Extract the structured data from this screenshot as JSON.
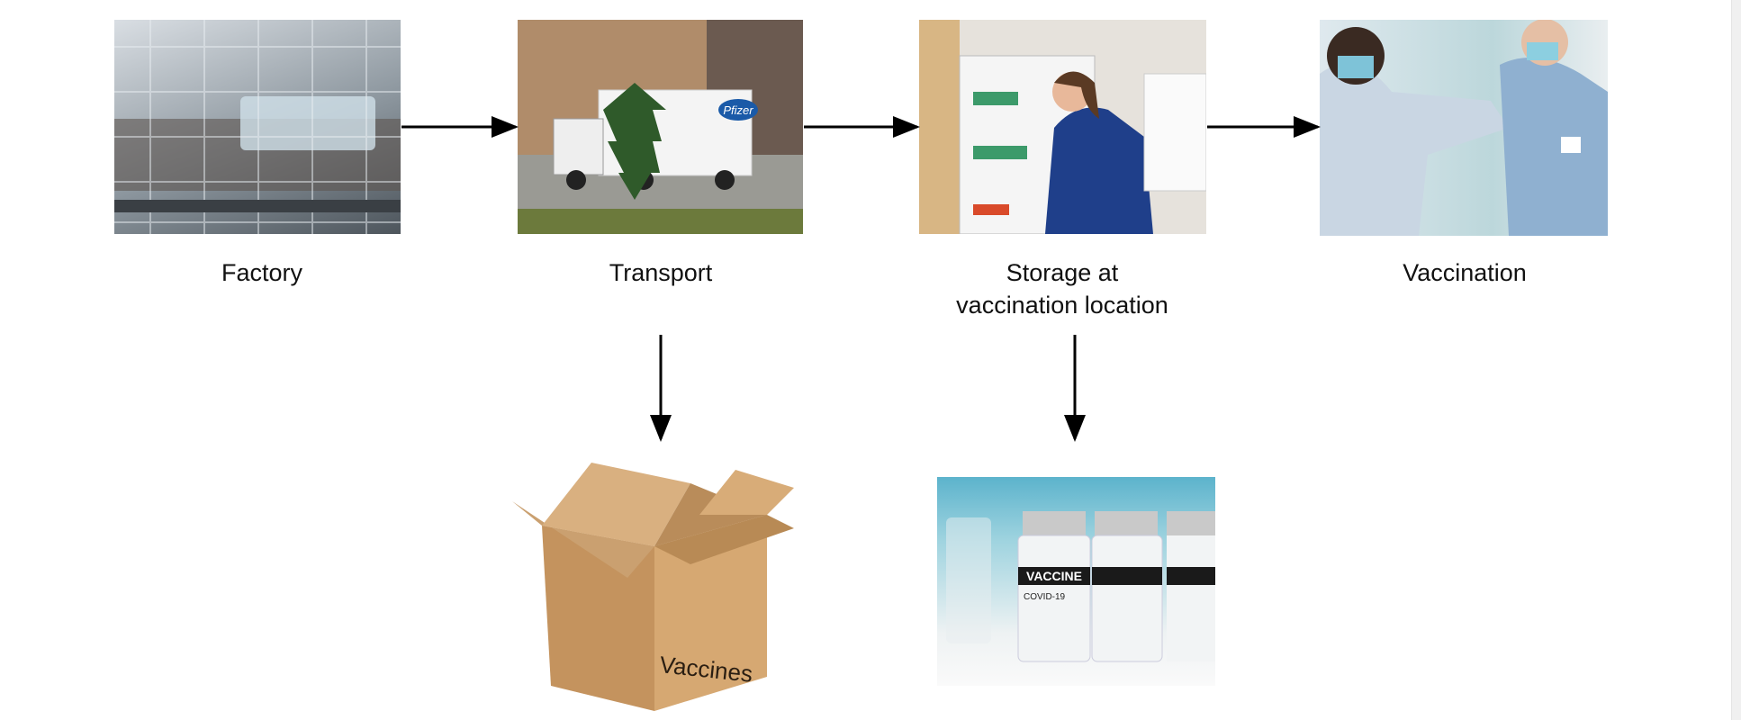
{
  "steps": [
    {
      "label": "Factory",
      "image": "factory-vial-production-photo"
    },
    {
      "label": "Transport",
      "image": "pfizer-truck-photo",
      "truck_logo": "Pfizer"
    },
    {
      "label_line1": "Storage at",
      "label_line2": "vaccination location",
      "image": "nurse-at-fridge-photo"
    },
    {
      "label": "Vaccination",
      "image": "vaccination-photo"
    }
  ],
  "outputs": {
    "box": {
      "text": "Vaccines",
      "image": "cardboard-box"
    },
    "vials": {
      "vial_label": "VACCINE",
      "vial_sublabel": "COVID-19",
      "image": "covid-vaccine-vials-photo"
    }
  },
  "colors": {
    "arrow": "#000000",
    "scrollbar": "#f0f0f0"
  }
}
